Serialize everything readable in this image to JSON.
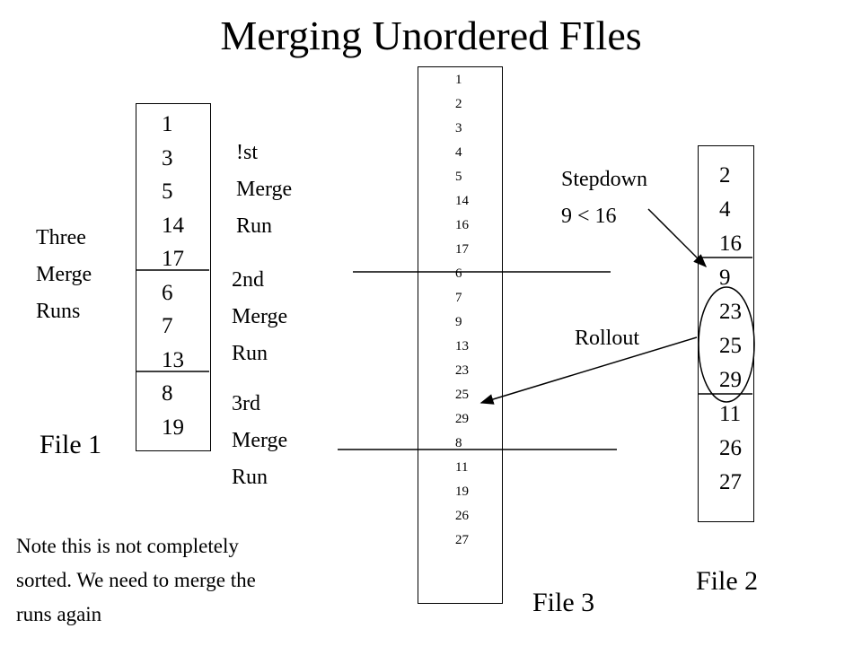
{
  "title": "Merging Unordered FIles",
  "file1": {
    "label": "File 1",
    "values": [
      "1",
      "3",
      "5",
      "14",
      "17",
      "6",
      "7",
      "13",
      "8",
      "19"
    ]
  },
  "file2": {
    "label": "File 2",
    "values": [
      "2",
      "4",
      "16",
      "9",
      "23",
      "25",
      "29",
      "11",
      "26",
      "27"
    ]
  },
  "file3": {
    "label": "File 3",
    "values": [
      "1",
      "2",
      "3",
      "4",
      "5",
      "14",
      "16",
      "17",
      "6",
      "7",
      "9",
      "13",
      "23",
      "25",
      "29",
      "8",
      "11",
      "19",
      "26",
      "27"
    ]
  },
  "labels": {
    "three_merge_runs": [
      "Three",
      "Merge",
      "Runs"
    ],
    "first_run": [
      "!st",
      "Merge",
      "Run"
    ],
    "second_run": [
      "2nd",
      "Merge",
      "Run"
    ],
    "third_run": [
      "3rd",
      "Merge",
      "Run"
    ],
    "stepdown": [
      "Stepdown",
      "9 < 16"
    ],
    "rollout": "Rollout"
  },
  "note": [
    "Note this is not completely",
    "sorted. We need to merge the",
    "runs again"
  ]
}
